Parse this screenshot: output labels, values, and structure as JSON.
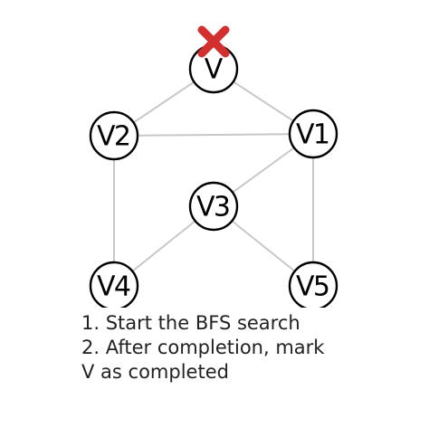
{
  "colors": {
    "node_stroke": "#000000",
    "node_fill": "#ffffff",
    "edge": "#c8c8c8",
    "completed_mark": "#d32f2f",
    "text": "#222222"
  },
  "graph": {
    "nodes": [
      {
        "id": "V",
        "label": "V",
        "completed": true
      },
      {
        "id": "V1",
        "label": "V1",
        "completed": false
      },
      {
        "id": "V2",
        "label": "V2",
        "completed": false
      },
      {
        "id": "V3",
        "label": "V3",
        "completed": false
      },
      {
        "id": "V4",
        "label": "V4",
        "completed": false
      },
      {
        "id": "V5",
        "label": "V5",
        "completed": false
      }
    ],
    "edges": [
      [
        "V",
        "V2"
      ],
      [
        "V",
        "V1"
      ],
      [
        "V2",
        "V1"
      ],
      [
        "V1",
        "V3"
      ],
      [
        "V2",
        "V4"
      ],
      [
        "V1",
        "V5"
      ],
      [
        "V3",
        "V4"
      ],
      [
        "V3",
        "V5"
      ]
    ],
    "mark_icon": "x-cross-icon"
  },
  "instructions": {
    "line1": "1. Start the BFS search",
    "line2": "2. After completion, mark",
    "line3": "V as completed"
  }
}
